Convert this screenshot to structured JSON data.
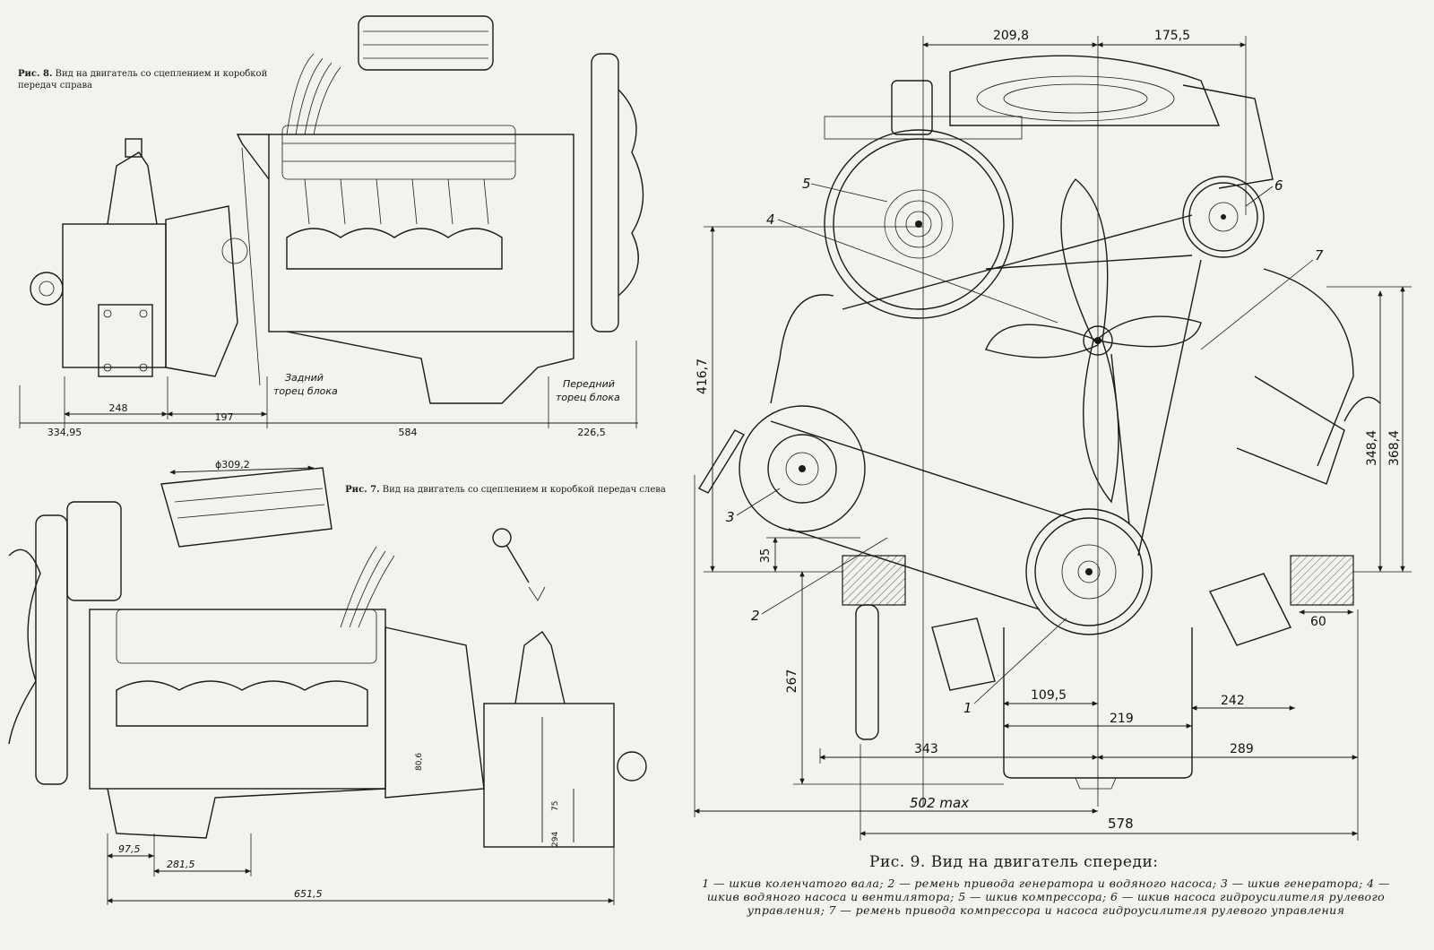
{
  "figures": {
    "fig8": {
      "caption_prefix": "Рис. 8.",
      "caption_text": " Вид на двигатель со сцеплением и коробкой передач справа",
      "dimensions": [
        "248",
        "334,95",
        "197",
        "584",
        "226,5"
      ],
      "labels": {
        "rear_face": [
          "Задний",
          "торец блока"
        ],
        "front_face": [
          "Передний",
          "торец блока"
        ]
      }
    },
    "fig7": {
      "caption_prefix": "Рис. 7.",
      "caption_text": " Вид на двигатель со сцеплением и коробкой передач слева",
      "dimensions": [
        "ϕ309,2",
        "97,5",
        "281,5",
        "651,5",
        "80,6",
        "75",
        "294"
      ]
    },
    "fig9": {
      "caption_title": "Рис. 9. Вид на двигатель спереди:",
      "legend": [
        {
          "num": "1",
          "text": " — шкив коленчатого вала; "
        },
        {
          "num": "2",
          "text": " — ремень привода генератора и водяного насоса; "
        },
        {
          "num": "3",
          "text": " — шкив генератора; "
        },
        {
          "num": "4",
          "text": " — шкив водяного насоса и вентилятора; "
        },
        {
          "num": "5",
          "text": " — шкив компрессора; "
        },
        {
          "num": "6",
          "text": " — шкив насоса гидроусилителя рулевого управления; "
        },
        {
          "num": "7",
          "text": " — ремень привода компрессора и насоса гидроусилителя рулевого управления"
        }
      ],
      "dimensions": {
        "top_left": "209,8",
        "top_right": "175,5",
        "left_height": "416,7",
        "left_small": "35",
        "left_bottom": "267",
        "right_a": "348,4",
        "right_b": "368,4",
        "right_small": "60",
        "mid_a": "109,5",
        "mid_b": "219",
        "right_242": "242",
        "w_343": "343",
        "w_289": "289",
        "w_502": "502 max",
        "w_578": "578"
      },
      "callouts": [
        "1",
        "2",
        "3",
        "4",
        "5",
        "6",
        "7"
      ]
    }
  }
}
